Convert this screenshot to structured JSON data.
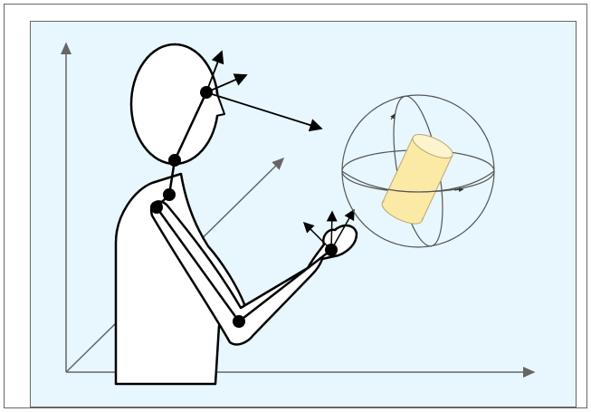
{
  "figure": {
    "background_color": "#e8f7fd",
    "frame_color": "#555555",
    "figure_fill": "#ffffff",
    "figure_stroke": "#000000",
    "joint_color": "#000000",
    "axis_color": "#666666",
    "sphere_color": "#555555",
    "cylinder_fill": "#fbe9a6",
    "cylinder_stroke": "#b9a870"
  },
  "elements": {
    "axes": [
      "x-axis",
      "y-axis",
      "z-axis"
    ],
    "joints": [
      "head-joint",
      "neck-joint",
      "shoulder-joint",
      "shoulder-left-joint",
      "elbow-joint",
      "wrist-joint"
    ],
    "object": "cylinder-in-rotation-sphere"
  }
}
